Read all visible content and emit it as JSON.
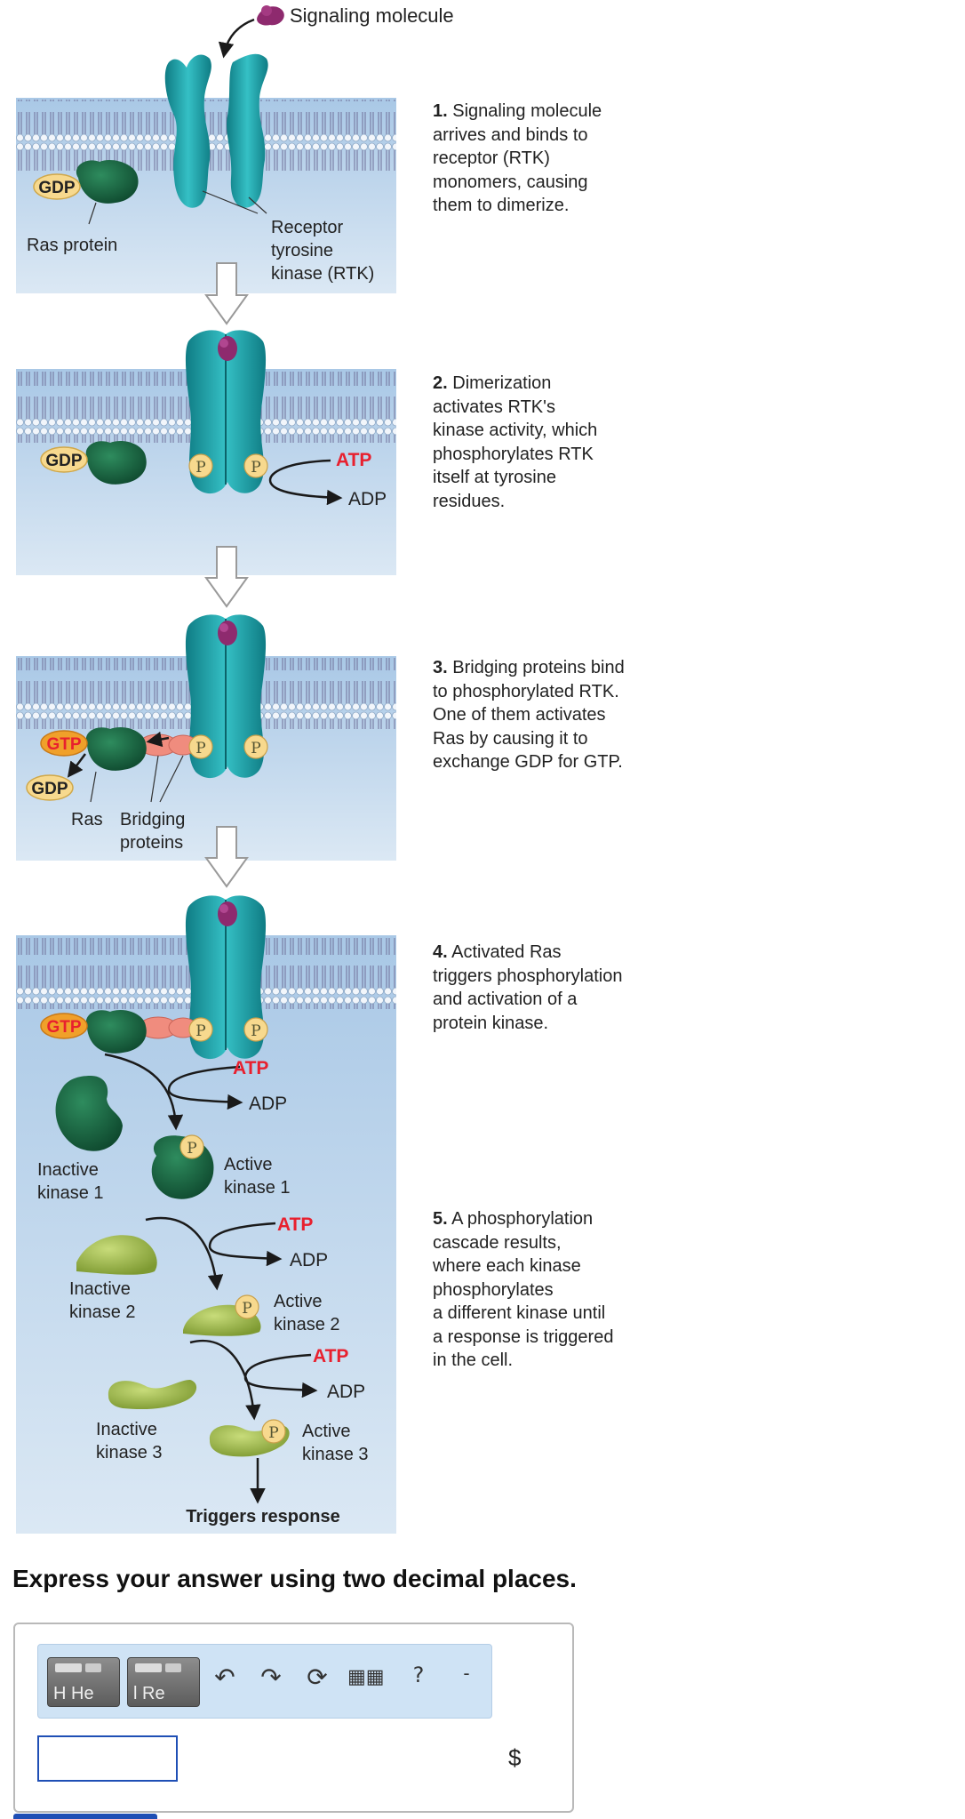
{
  "diagram": {
    "signaling_molecule_label": "Signaling molecule",
    "ras_protein_label": "Ras protein",
    "rtk_label_lines": [
      "Receptor",
      "tyrosine",
      "kinase (RTK)"
    ],
    "gdp": "GDP",
    "gtp": "GTP",
    "atp": "ATP",
    "adp": "ADP",
    "phosphate": "P",
    "ras_short": "Ras",
    "bridging_lines": [
      "Bridging",
      "proteins"
    ],
    "inactive_kinase1": [
      "Inactive",
      "kinase 1"
    ],
    "active_kinase1": [
      "Active",
      "kinase 1"
    ],
    "inactive_kinase2": [
      "Inactive",
      "kinase 2"
    ],
    "active_kinase2": [
      "Active",
      "kinase 2"
    ],
    "inactive_kinase3": [
      "Inactive",
      "kinase 3"
    ],
    "active_kinase3": [
      "Active",
      "kinase 3"
    ],
    "triggers_response": "Triggers response"
  },
  "steps": [
    {
      "num": "1.",
      "lines": [
        "Signaling molecule",
        "arrives and binds to",
        "receptor (RTK)",
        "monomers, causing",
        "them to dimerize."
      ]
    },
    {
      "num": "2.",
      "lines": [
        "Dimerization",
        "activates RTK's",
        "kinase activity, which",
        "phosphorylates RTK",
        "itself at tyrosine",
        "residues."
      ]
    },
    {
      "num": "3.",
      "lines": [
        "Bridging proteins bind",
        "to phosphorylated RTK.",
        "One of them activates",
        "Ras by causing it to",
        "exchange GDP for GTP."
      ]
    },
    {
      "num": "4.",
      "lines": [
        "Activated Ras",
        "triggers phosphorylation",
        "and activation of a",
        "protein kinase."
      ]
    },
    {
      "num": "5.",
      "lines": [
        "A phosphorylation",
        "cascade results,",
        "where each kinase",
        "phosphorylates",
        "a different kinase until",
        "a response is triggered",
        "in the cell."
      ]
    }
  ],
  "instruction": "Express your answer using two decimal places.",
  "answer": {
    "toolbar": {
      "button1_label": "H He",
      "button2_label": "l Re",
      "icons": [
        "undo-icon",
        "redo-icon",
        "reset-icon",
        "keyboard-icon",
        "help-icon",
        "more-icon"
      ]
    },
    "input_value": "",
    "unit": "$"
  },
  "colors": {
    "panel_bg_top": "#a9c8e6",
    "panel_bg_bottom": "#dbe8f4",
    "receptor": "#1e9da3",
    "ras": "#1b6b45",
    "kinase_light": "#a9c45a",
    "atp_red": "#e8202e",
    "gtp_orange": "#f0a02a",
    "gdp_pale": "#f7d98e",
    "bridging": "#f08c7e",
    "signal_purple": "#8e2a6e",
    "input_border": "#1f4fb5"
  }
}
